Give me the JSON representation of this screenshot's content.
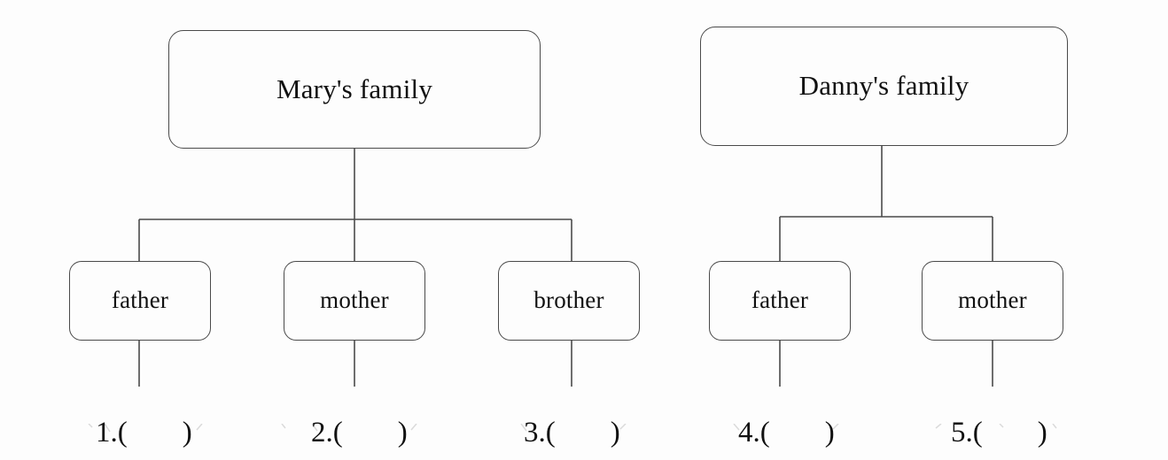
{
  "document": {
    "type": "family-tree-worksheet",
    "background_color": "#fdfdfd",
    "line_color": "#4a4a4a",
    "text_color": "#101010"
  },
  "trees": [
    {
      "id": "marys-family",
      "root": {
        "label": "Mary's family"
      },
      "children": [
        {
          "id": "mary-father",
          "label": "father"
        },
        {
          "id": "mary-mother",
          "label": "mother"
        },
        {
          "id": "mary-brother",
          "label": "brother"
        }
      ]
    },
    {
      "id": "dannys-family",
      "root": {
        "label": "Danny's family"
      },
      "children": [
        {
          "id": "danny-father",
          "label": "father"
        },
        {
          "id": "danny-mother",
          "label": "mother"
        }
      ]
    }
  ],
  "blanks": [
    {
      "id": "blank-1",
      "number": "1.",
      "open": "(",
      "close": ")",
      "value": ""
    },
    {
      "id": "blank-2",
      "number": "2.",
      "open": "(",
      "close": ")",
      "value": ""
    },
    {
      "id": "blank-3",
      "number": "3.",
      "open": "(",
      "close": ")",
      "value": ""
    },
    {
      "id": "blank-4",
      "number": "4.",
      "open": "(",
      "close": ")",
      "value": ""
    },
    {
      "id": "blank-5",
      "number": "5.",
      "open": "(",
      "close": ")",
      "value": ""
    }
  ]
}
